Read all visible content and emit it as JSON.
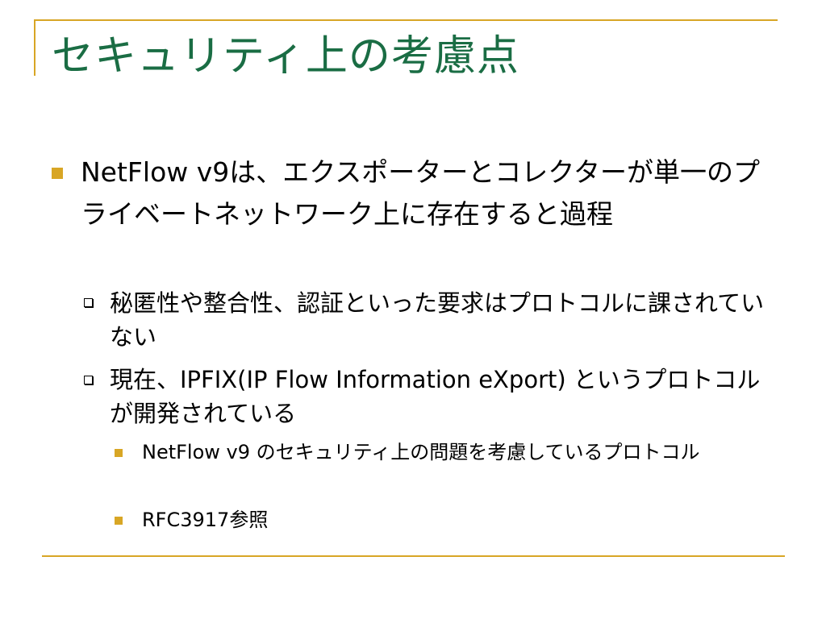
{
  "slide": {
    "title": "セキュリティ上の考慮点",
    "bullets": [
      {
        "level": 1,
        "text": "NetFlow v9は、エクスポーターとコレクターが単一のプライベートネットワーク上に存在すると過程"
      },
      {
        "level": 2,
        "text": "秘匿性や整合性、認証といった要求はプロトコルに課されていない"
      },
      {
        "level": 2,
        "text": "現在、IPFIX(IP Flow Information eXport) というプロトコルが開発されている"
      },
      {
        "level": 3,
        "text": "NetFlow v9 のセキュリティ上の問題を考慮しているプロトコル"
      },
      {
        "level": 3,
        "text": "RFC3917参照"
      }
    ]
  },
  "colors": {
    "title": "#1a6d44",
    "accent": "#d8a625",
    "text": "#000000"
  }
}
